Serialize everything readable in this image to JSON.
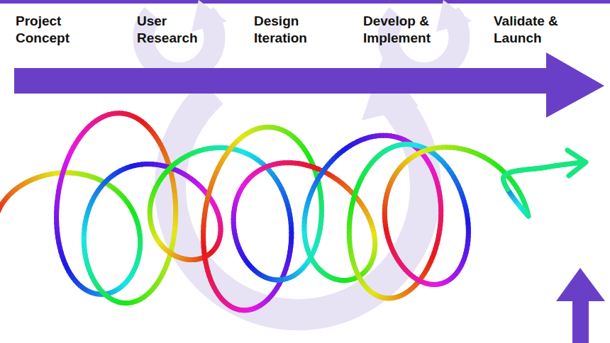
{
  "diagram": {
    "labels": [
      "Project Concept",
      "User Research",
      "Design Iteration",
      "Develop & Implement",
      "Validate & Launch"
    ]
  }
}
